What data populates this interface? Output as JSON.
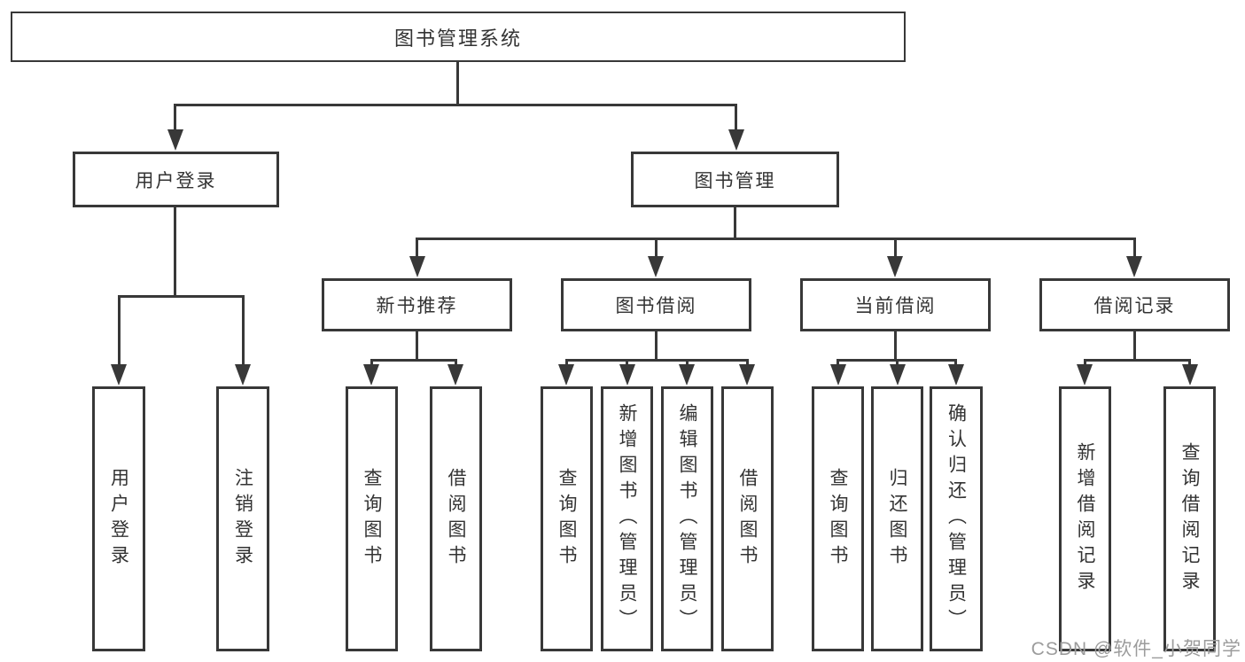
{
  "nodes": {
    "root": "图书管理系统",
    "user_login": "用户登录",
    "book_mgmt": "图书管理",
    "new_books": "新书推荐",
    "book_borrow": "图书借阅",
    "current_borrow": "当前借阅",
    "borrow_records": "借阅记录"
  },
  "leaves": {
    "user_login": [
      "用户登录",
      "注销登录"
    ],
    "new_books": [
      "查询图书",
      "借阅图书"
    ],
    "book_borrow": [
      "查询图书",
      "新增图书（管理员）",
      "编辑图书（管理员）",
      "借阅图书"
    ],
    "current_borrow": [
      "查询图书",
      "归还图书",
      "确认归还（管理员）"
    ],
    "borrow_records": [
      "新增借阅记录",
      "查询借阅记录"
    ]
  },
  "watermark": "CSDN @软件_小贺同学",
  "colors": {
    "line": "#383838",
    "text": "#333333",
    "watermark": "#9c9c9c",
    "background": "#ffffff"
  }
}
